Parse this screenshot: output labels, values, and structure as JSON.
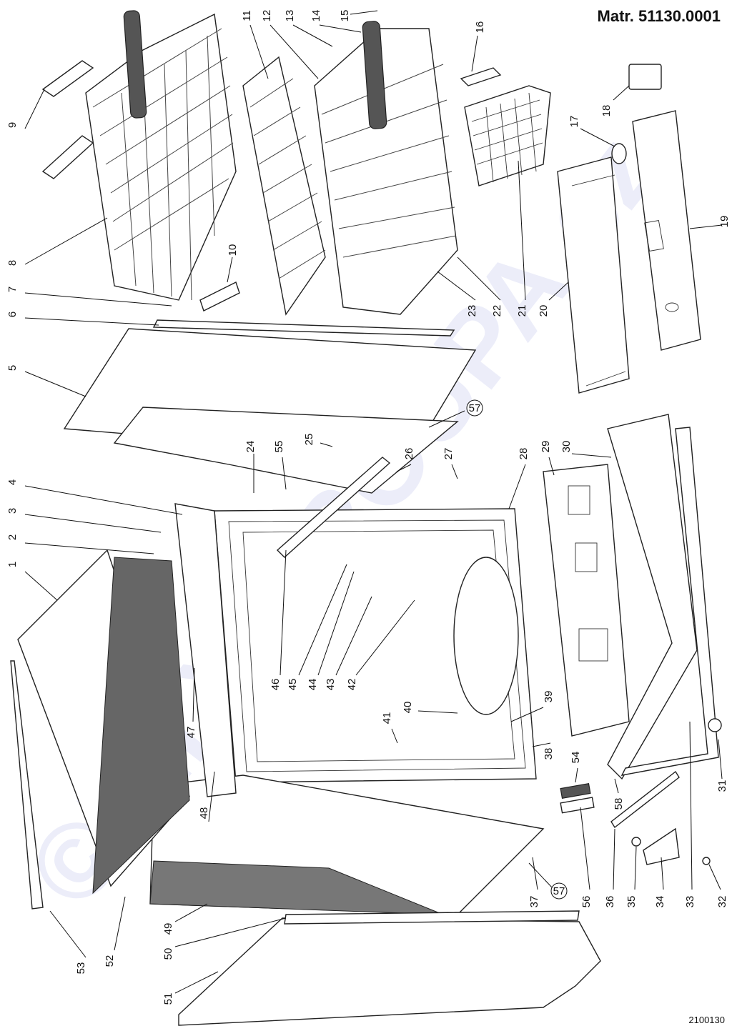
{
  "title": "Matr. 51130.0001",
  "drawing_code": "2100130",
  "watermark": "©DILY-KROUPA.cz",
  "callouts": [
    {
      "n": "1"
    },
    {
      "n": "2"
    },
    {
      "n": "3"
    },
    {
      "n": "4"
    },
    {
      "n": "5"
    },
    {
      "n": "6"
    },
    {
      "n": "7"
    },
    {
      "n": "8"
    },
    {
      "n": "9"
    },
    {
      "n": "10"
    },
    {
      "n": "11"
    },
    {
      "n": "12"
    },
    {
      "n": "13"
    },
    {
      "n": "14"
    },
    {
      "n": "15"
    },
    {
      "n": "16"
    },
    {
      "n": "17"
    },
    {
      "n": "18"
    },
    {
      "n": "19"
    },
    {
      "n": "20"
    },
    {
      "n": "21"
    },
    {
      "n": "22"
    },
    {
      "n": "23"
    },
    {
      "n": "24"
    },
    {
      "n": "25"
    },
    {
      "n": "26"
    },
    {
      "n": "27"
    },
    {
      "n": "28"
    },
    {
      "n": "29"
    },
    {
      "n": "30"
    },
    {
      "n": "31"
    },
    {
      "n": "32"
    },
    {
      "n": "33"
    },
    {
      "n": "34"
    },
    {
      "n": "35"
    },
    {
      "n": "36"
    },
    {
      "n": "37"
    },
    {
      "n": "38"
    },
    {
      "n": "39"
    },
    {
      "n": "40"
    },
    {
      "n": "41"
    },
    {
      "n": "42"
    },
    {
      "n": "43"
    },
    {
      "n": "44"
    },
    {
      "n": "45"
    },
    {
      "n": "46"
    },
    {
      "n": "47"
    },
    {
      "n": "48"
    },
    {
      "n": "49"
    },
    {
      "n": "50"
    },
    {
      "n": "51"
    },
    {
      "n": "52"
    },
    {
      "n": "53"
    },
    {
      "n": "54"
    },
    {
      "n": "55"
    },
    {
      "n": "56"
    },
    {
      "n": "57"
    },
    {
      "n": "57"
    },
    {
      "n": "58"
    }
  ]
}
